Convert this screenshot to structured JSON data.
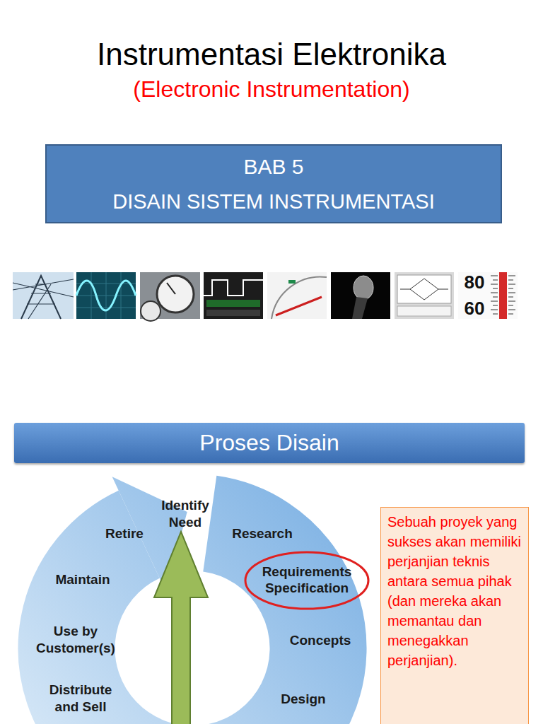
{
  "diagram": {
    "title": "Instrumentasi Elektronika",
    "nodes": [
      {
        "text": [
          "BAB 5",
          "DISAIN SISTEM INSTRUMENTASI"
        ]
      },
      {
        "text": [
          "Proses Disain"
        ]
      },
      {
        "text": [
          "Requirements Specification"
        ]
      },
      {
        "text": [
          "Sebuah proyek yang sukses akan memiliki perjanjian teknis antara semua pihak (dan mereka akan memantau dan menegakkan perjanjian)."
        ]
      }
    ],
    "labels": [
      "(Electronic Instrumentation)",
      "80",
      "60",
      "Identify Need",
      "Research",
      "Concepts",
      "Design",
      "Distribute and Sell",
      "Use by Customer(s)",
      "Maintain",
      "Retire"
    ]
  }
}
